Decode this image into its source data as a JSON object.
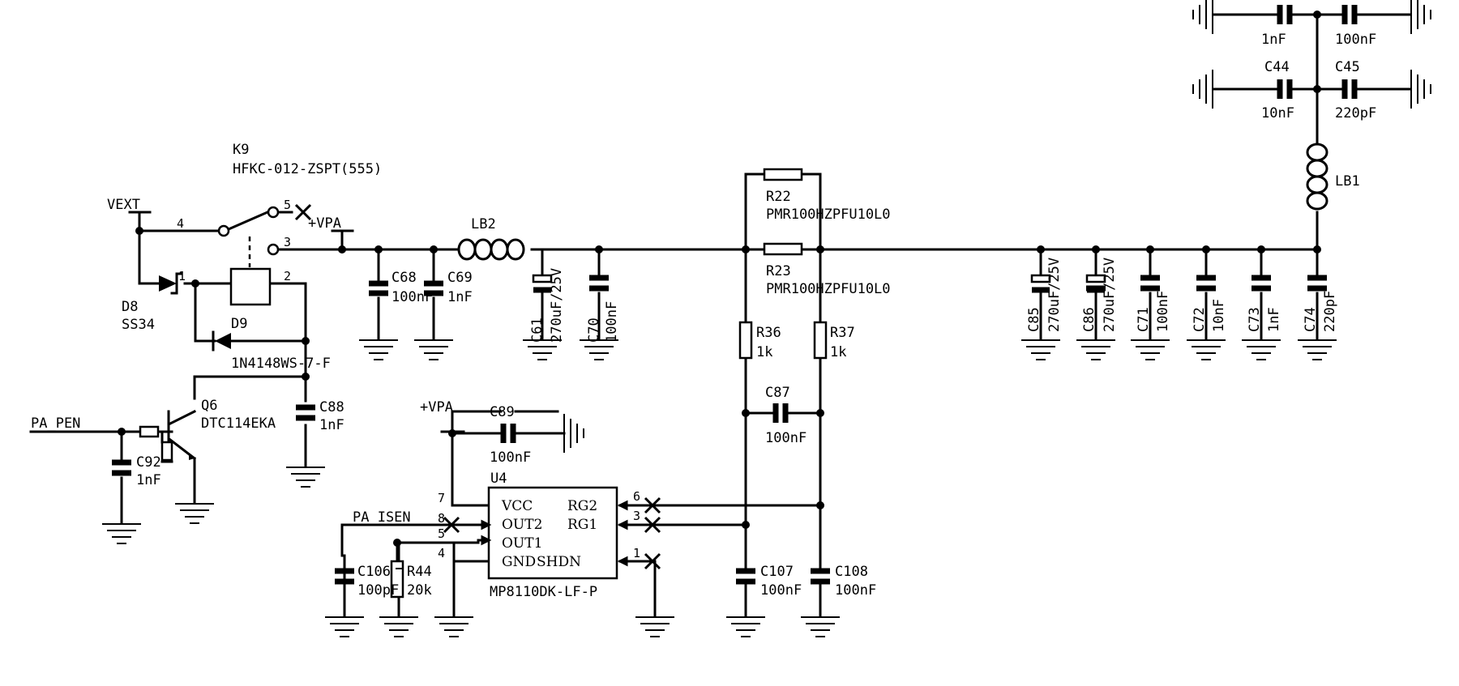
{
  "nets": {
    "vext": "VEXT",
    "vpa": "+VPA",
    "vpa2": "+VPA",
    "pa_pen": "PA_PEN",
    "pa_isen": "PA_ISEN"
  },
  "relay": {
    "ref": "K9",
    "value": "HFKC-012-ZSPT(555)",
    "pins": [
      "4",
      "5",
      "3",
      "1",
      "2"
    ]
  },
  "u4": {
    "ref": "U4",
    "value": "MP8110DK-LF-P",
    "pins": [
      "VCC",
      "OUT2",
      "OUT1",
      "GND",
      "RG2",
      "RG1",
      "SHDN"
    ],
    "pin_numbers": [
      "7",
      "8",
      "5",
      "4",
      "6",
      "3",
      "1"
    ]
  },
  "parts": {
    "d8": {
      "ref": "D8",
      "value": "SS34"
    },
    "d9": {
      "ref": "D9",
      "value": "1N4148WS-7-F"
    },
    "q6": {
      "ref": "Q6",
      "value": "DTC114EKA"
    },
    "lb2": {
      "ref": "LB2"
    },
    "lb1": {
      "ref": "LB1"
    },
    "r22": {
      "ref": "R22",
      "value": "PMR100HZPFU10L0"
    },
    "r23": {
      "ref": "R23",
      "value": "PMR100HZPFU10L0"
    },
    "r36": {
      "ref": "R36",
      "value": "1k"
    },
    "r37": {
      "ref": "R37",
      "value": "1k"
    },
    "r44": {
      "ref": "R44",
      "value": "20k"
    },
    "c68": {
      "ref": "C68",
      "value": "100nF"
    },
    "c69": {
      "ref": "C69",
      "value": "1nF"
    },
    "c61": {
      "ref": "C61",
      "value": "270uF/25V"
    },
    "c70": {
      "ref": "C70",
      "value": "100nF"
    },
    "c85": {
      "ref": "C85",
      "value": "270uF/25V"
    },
    "c86": {
      "ref": "C86",
      "value": "270uF/25V"
    },
    "c71": {
      "ref": "C71",
      "value": "100nF"
    },
    "c72": {
      "ref": "C72",
      "value": "10nF"
    },
    "c73": {
      "ref": "C73",
      "value": "1nF"
    },
    "c74": {
      "ref": "C74",
      "value": "220pF"
    },
    "c87": {
      "ref": "C87",
      "value": "100nF"
    },
    "c88": {
      "ref": "C88",
      "value": "1nF"
    },
    "c89": {
      "ref": "C89",
      "value": "100nF"
    },
    "c92": {
      "ref": "C92",
      "value": "1nF"
    },
    "c106": {
      "ref": "C106",
      "value": "100pF"
    },
    "c107": {
      "ref": "C107",
      "value": "100nF"
    },
    "c108": {
      "ref": "C108",
      "value": "100nF"
    },
    "c_top_l": {
      "value": "1nF"
    },
    "c_top_r": {
      "value": "100nF"
    },
    "c44": {
      "ref": "C44",
      "value": "10nF"
    },
    "c45": {
      "ref": "C45",
      "value": "220pF"
    }
  }
}
